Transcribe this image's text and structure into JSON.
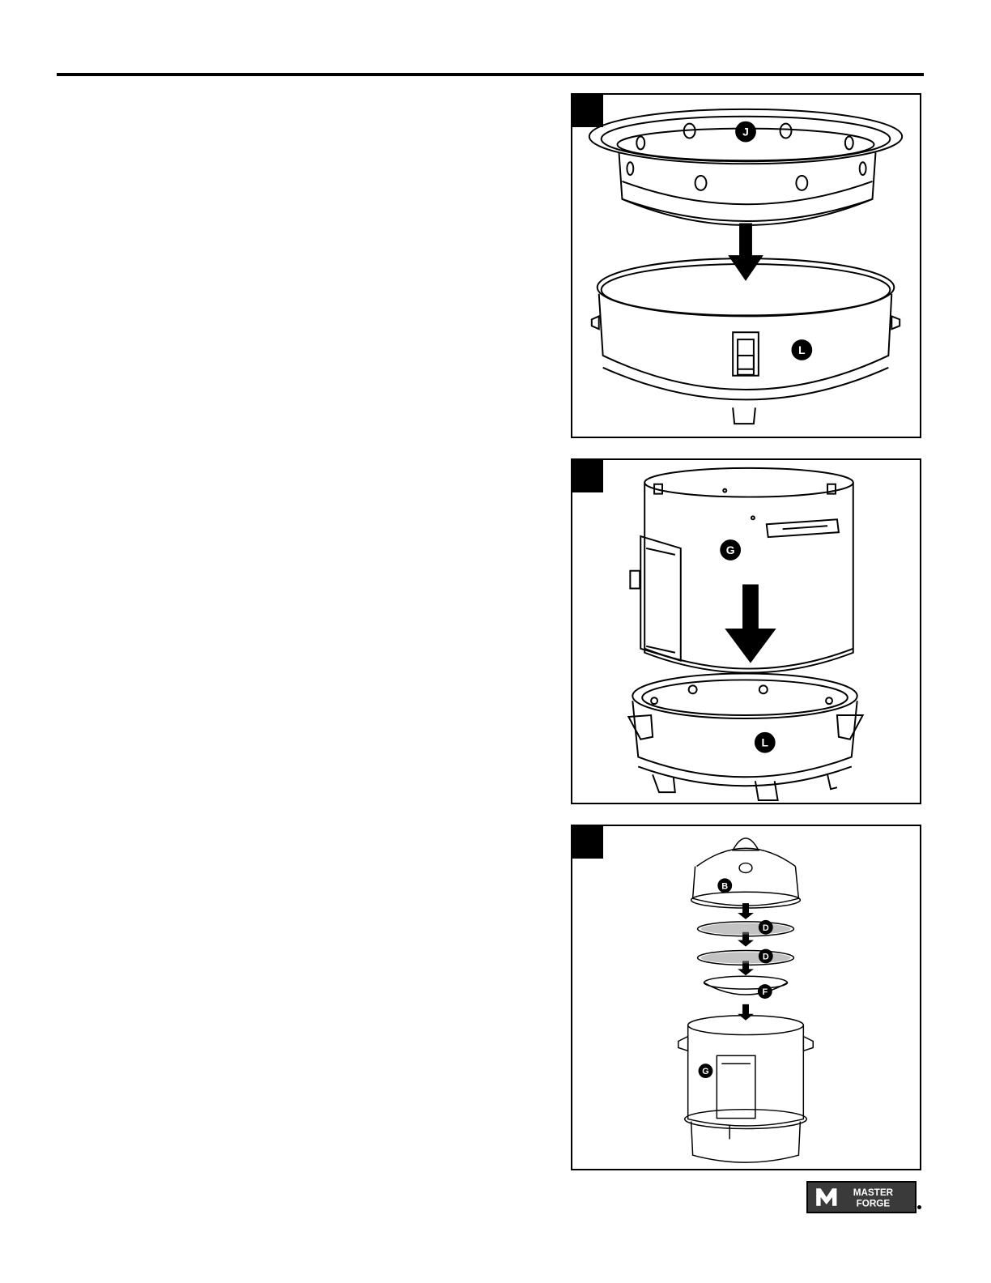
{
  "steps": [
    {
      "callouts": [
        "J",
        "L"
      ]
    },
    {
      "callouts": [
        "G",
        "L"
      ]
    },
    {
      "callouts": [
        "B",
        "D",
        "D",
        "F",
        "G"
      ]
    }
  ],
  "logo": {
    "line1": "MASTER",
    "line2": "FORGE"
  },
  "colors": {
    "ink": "#000000",
    "logo_bg": "#3a3a3a",
    "logo_text": "#ffffff",
    "panel_bg": "#ffffff"
  }
}
